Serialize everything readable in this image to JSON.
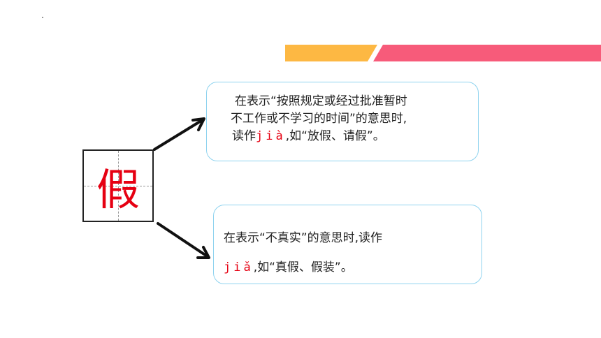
{
  "character": "假",
  "meaning_1": {
    "line1": "在表示“按照规定或经过批准暂时",
    "line2": "不工作或不学习的时间”的意思时,",
    "line3_pre": "读作",
    "pinyin": "jià",
    "line3_post": ",如“放假、请假”。"
  },
  "meaning_2": {
    "line1": "在表示“不真实”的意思时,读作",
    "pinyin": "jiǎ",
    "line2_post": ",如“真假、假装”。"
  },
  "colors": {
    "accent_orange": "#fdb843",
    "accent_pink": "#f75b7a",
    "char_red": "#e60012",
    "box_border": "#8fd3ef"
  }
}
